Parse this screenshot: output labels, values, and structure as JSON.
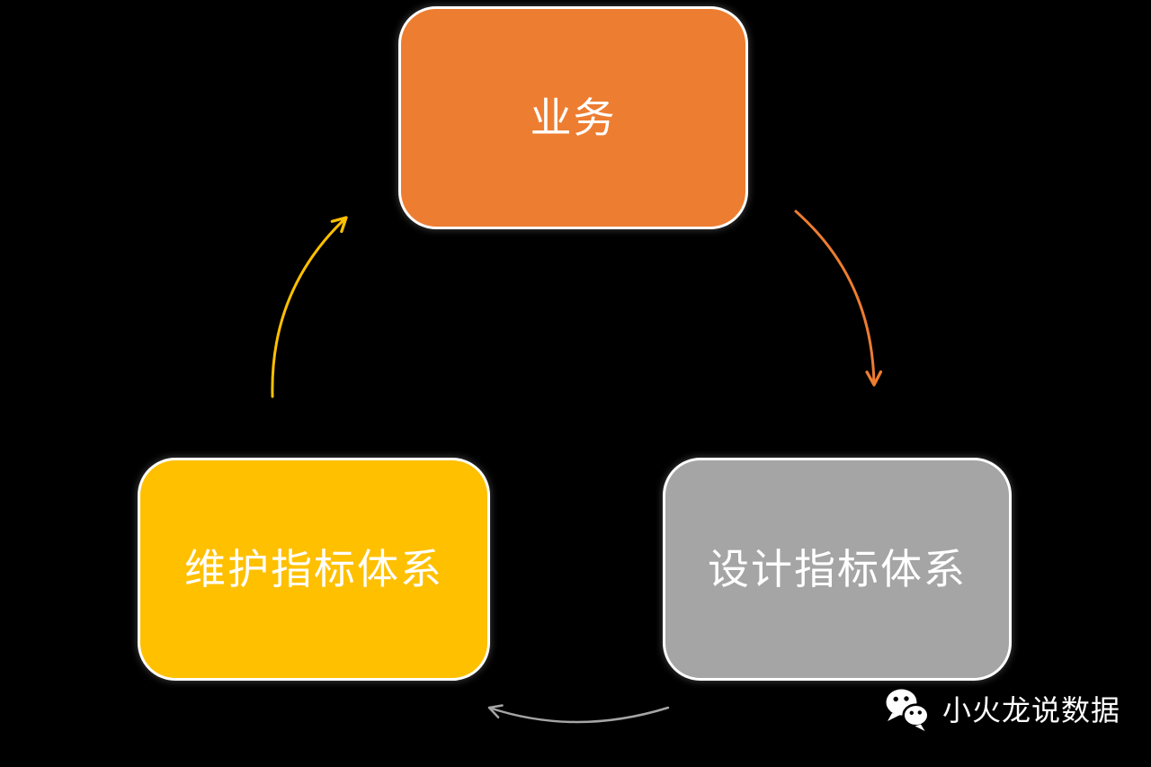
{
  "canvas": {
    "background": "#000000"
  },
  "diagram": {
    "nodes": [
      {
        "id": "business",
        "label": "业务",
        "color": "#ED7D31",
        "text_color": "#FFFFFF"
      },
      {
        "id": "design-system",
        "label": "设计指标体系",
        "color": "#A5A5A5",
        "text_color": "#FFFFFF"
      },
      {
        "id": "maintain-system",
        "label": "维护指标体系",
        "color": "#FFC000",
        "text_color": "#FFFFFF"
      }
    ],
    "arrows": [
      {
        "id": "business-to-design",
        "from": "business",
        "to": "design-system",
        "color": "#ED7D31"
      },
      {
        "id": "design-to-maintain",
        "from": "design-system",
        "to": "maintain-system",
        "color": "#A5A5A5"
      },
      {
        "id": "maintain-to-business",
        "from": "maintain-system",
        "to": "business",
        "color": "#FFC000"
      }
    ]
  },
  "watermark": {
    "icon": "wechat-icon",
    "text": "小火龙说数据",
    "color": "#FFFFFF"
  }
}
